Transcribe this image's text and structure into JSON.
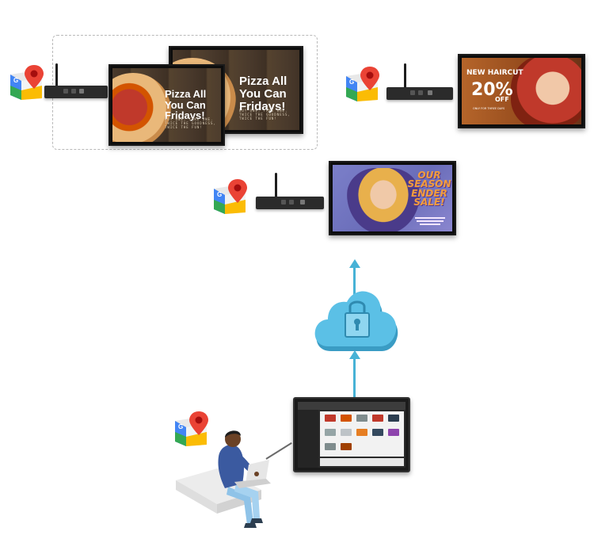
{
  "top_left_group": {
    "sign_front": {
      "title": "Pizza All You Can Fridays!",
      "subtitle": "BUY ONE, TAKE ONE. TWICE THE GOODNESS, TWICE THE FUN!"
    },
    "sign_back": {
      "title": "Pizza All You Can Fridays!",
      "subtitle": "BUY ONE, TAKE ONE. TWICE THE GOODNESS, TWICE THE FUN!"
    }
  },
  "top_right_sign": {
    "headline": "NEW HAIRCUT",
    "percent": "20%",
    "off": "OFF",
    "note": "ONLY FOR THREE DAYS"
  },
  "middle_sign": {
    "headline": "OUR SEASON ENDER SALE!"
  },
  "colors": {
    "arrow": "#47b2d6",
    "cloud": "#5bc0e6",
    "cloud_dark": "#3a9cc4",
    "maps_green": "#34a853",
    "maps_blue": "#4285f4",
    "maps_red": "#ea4335",
    "maps_yellow": "#fbbc04"
  }
}
